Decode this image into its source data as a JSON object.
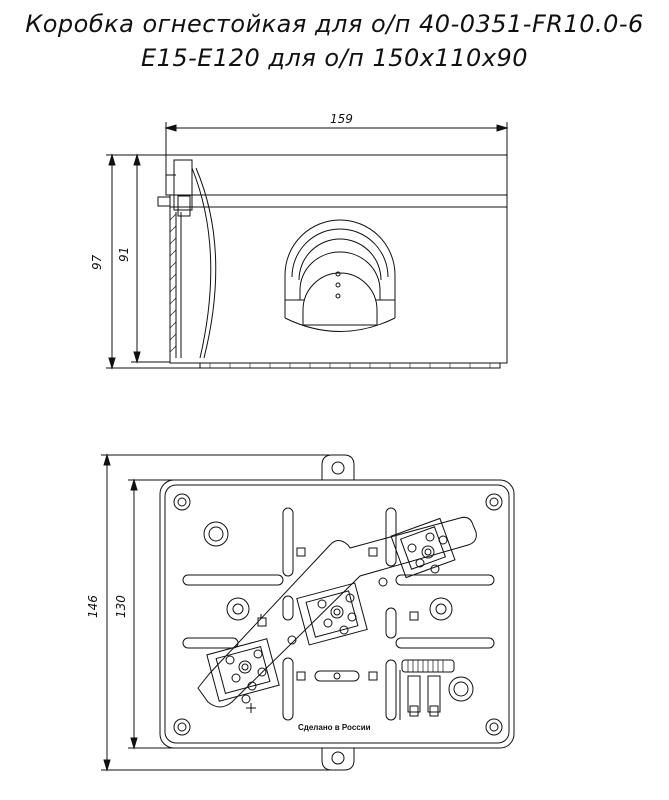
{
  "title": {
    "line1": "Коробка огнестойкая для о/п 40-0351-FR10.0-6",
    "line2": "Е15-Е120 для о/п 150х110х90"
  },
  "dimensions": {
    "top_width": "159",
    "top_height_outer": "97",
    "top_height_inner": "91",
    "bottom_height_outer": "146",
    "bottom_height_inner": "130"
  },
  "marking": "Сделано в России",
  "colors": {
    "line": "#111111",
    "background": "#ffffff"
  }
}
